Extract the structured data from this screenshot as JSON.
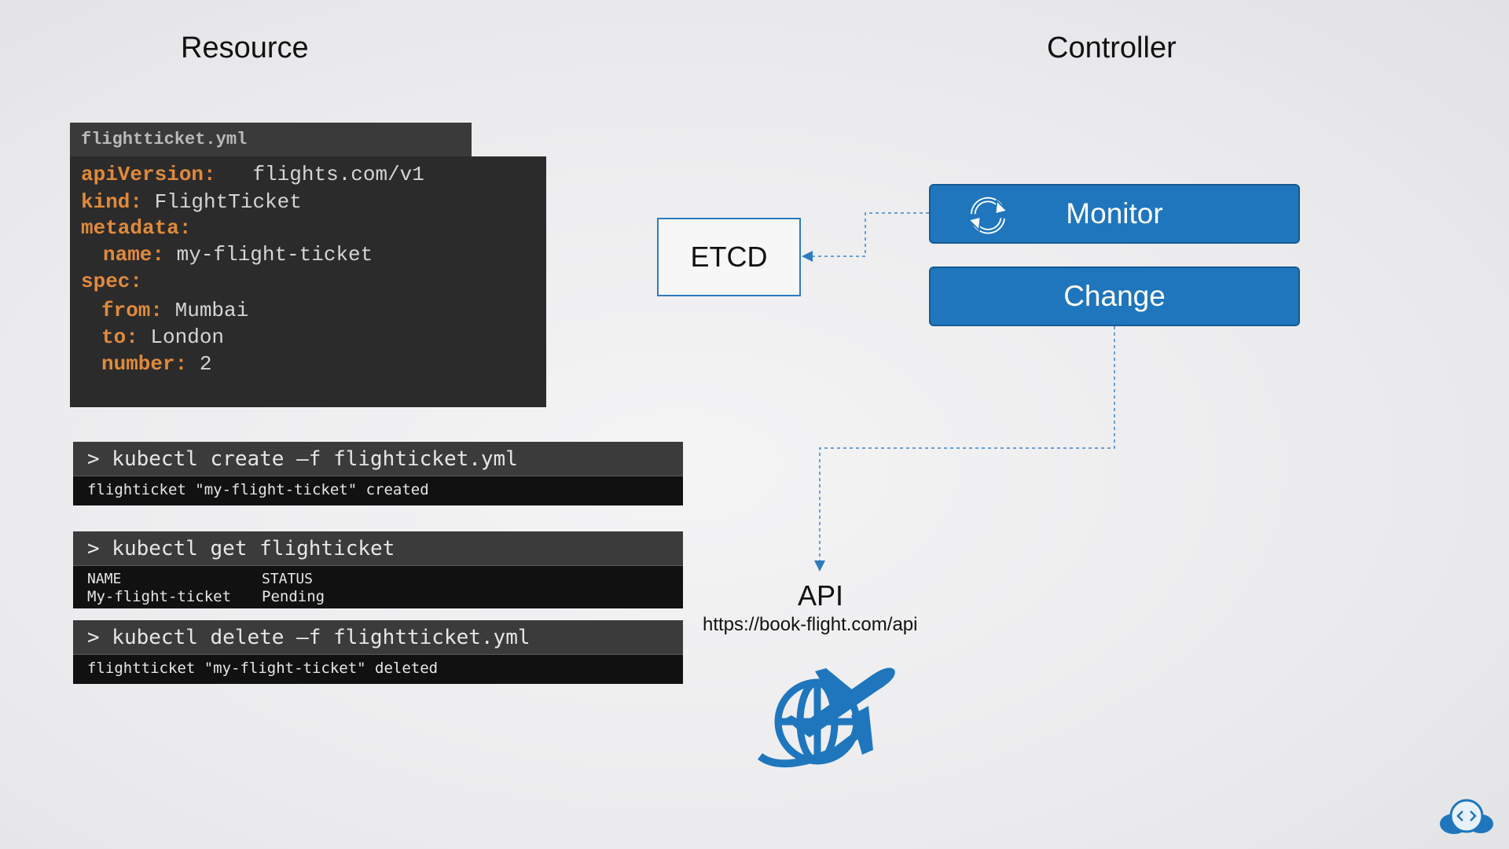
{
  "headings": {
    "resource": "Resource",
    "controller": "Controller"
  },
  "yaml": {
    "filename": "flightticket.yml",
    "lines": [
      {
        "key": "apiVersion:",
        "value": "flights.com/v1"
      },
      {
        "key": "kind:",
        "value": "FlightTicket"
      },
      {
        "key": "metadata:",
        "value": ""
      },
      {
        "key": "name:",
        "value": "my-flight-ticket"
      },
      {
        "key": "spec:",
        "value": ""
      },
      {
        "key": "from:",
        "value": "Mumbai"
      },
      {
        "key": "to:",
        "value": "London"
      },
      {
        "key": "number:",
        "value": "2"
      }
    ]
  },
  "terminals": {
    "create": {
      "command": "> kubectl create –f flighticket.yml",
      "output": "flighticket \"my-flight-ticket\" created"
    },
    "get": {
      "command": "> kubectl get flighticket",
      "col_name": "NAME",
      "col_status": "STATUS",
      "row_name": "My-flight-ticket",
      "row_status": "Pending"
    },
    "delete": {
      "command": "> kubectl delete –f flightticket.yml",
      "output": "flightticket \"my-flight-ticket\" deleted"
    }
  },
  "etcd": {
    "label": "ETCD"
  },
  "controller": {
    "monitor_label": "Monitor",
    "change_label": "Change"
  },
  "api": {
    "title": "API",
    "url": "https://book-flight.com/api"
  },
  "icons": {
    "monitor": "sync-icon",
    "api": "globe-airplane-icon",
    "brand": "cloud-code-icon"
  },
  "colors": {
    "accent": "#1f76bd",
    "yaml_key": "#e08a3c",
    "connector": "#3a86c8"
  }
}
